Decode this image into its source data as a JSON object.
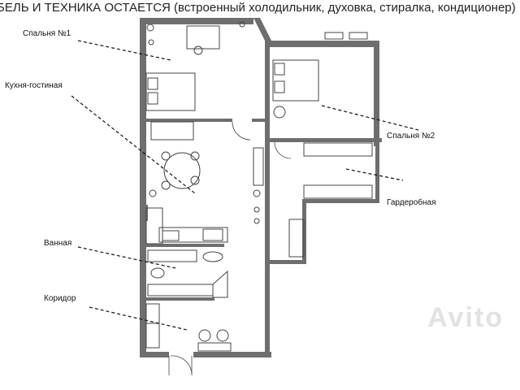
{
  "header": {
    "text": "БЕЛЬ И ТЕХНИКА ОСТАЕТСЯ (встроенный холодильник, духовка, стиралка, кондиционер)"
  },
  "rooms": [
    {
      "id": "bedroom1",
      "label": "Спальня №1"
    },
    {
      "id": "kitchen",
      "label": "Кухня-гостиная"
    },
    {
      "id": "bathroom",
      "label": "Ванная"
    },
    {
      "id": "corridor",
      "label": "Коридор"
    },
    {
      "id": "bedroom2",
      "label": "Спальня №2"
    },
    {
      "id": "wardrobe",
      "label": "Гардеробная"
    }
  ],
  "watermark": "Avito",
  "colors": {
    "wall": "#6e6e6e",
    "line": "#222222",
    "furniture": "#444444"
  }
}
